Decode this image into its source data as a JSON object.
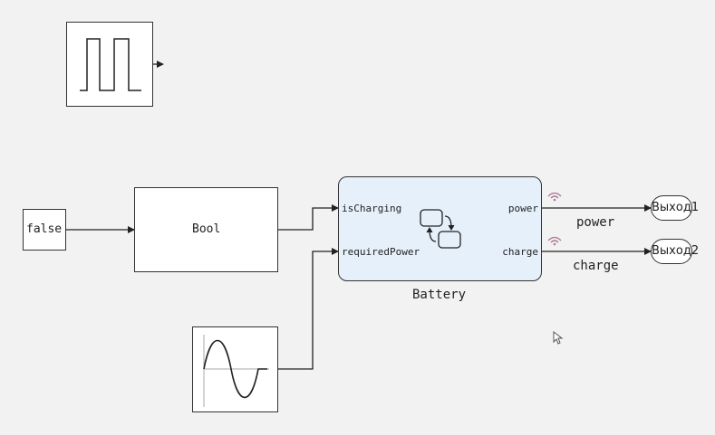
{
  "blocks": {
    "pulse": {
      "icon": "pulse-wave-icon"
    },
    "false_const": {
      "label": "false"
    },
    "bool": {
      "label": "Bool"
    },
    "battery": {
      "label": "Battery",
      "icon": "state-machine-icon",
      "inputs": [
        "isCharging",
        "requiredPower"
      ],
      "outputs": [
        "power",
        "charge"
      ],
      "fill": "#e6f0fa",
      "signal_icon_color": "#b07a9a"
    },
    "sine": {
      "icon": "sine-wave-icon"
    },
    "out1": {
      "label": "Выход1"
    },
    "out2": {
      "label": "Выход2"
    }
  },
  "signals": {
    "power": "power",
    "charge": "charge"
  },
  "colors": {
    "background": "#f2f2f2",
    "line": "#333333"
  }
}
